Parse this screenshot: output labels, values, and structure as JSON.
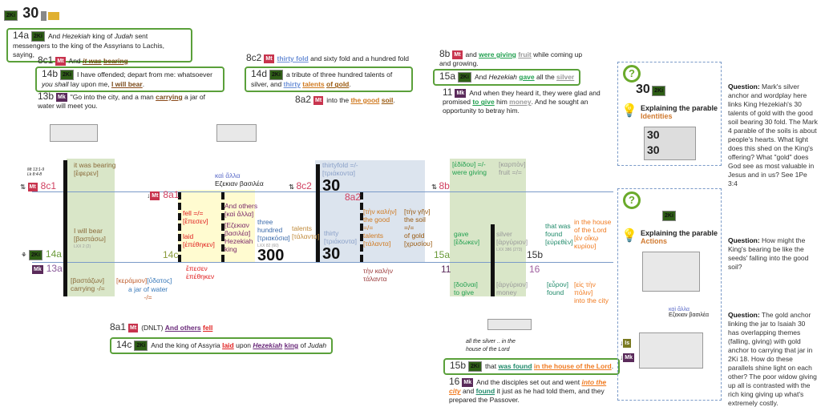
{
  "header": {
    "badge": "2Ki",
    "number": "30"
  },
  "verses": {
    "v14a": {
      "ref": "14a",
      "badge": "2Ki",
      "segs": [
        [
          "And ",
          ""
        ],
        [
          "Hezekiah",
          "i"
        ],
        [
          " king of ",
          ""
        ],
        [
          "Judah",
          "i"
        ],
        [
          " sent messengers to the king of the Assyrians to Lachis, saying,",
          ""
        ]
      ]
    },
    "v8c1": {
      "ref": "8c1",
      "badge": "Mt",
      "segs": [
        [
          "And ",
          ""
        ],
        [
          "it was",
          "u-browni"
        ],
        [
          " ",
          ""
        ],
        [
          "bearing",
          "u-brown"
        ]
      ]
    },
    "v14b": {
      "ref": "14b",
      "badge": "2Ki",
      "segs": [
        [
          "I have offended; depart from me: whatsoever ",
          ""
        ],
        [
          "you shall",
          "i"
        ],
        [
          " lay upon me, ",
          ""
        ],
        [
          "I will bear",
          "u-brown"
        ],
        [
          ".",
          ""
        ]
      ]
    },
    "v13b": {
      "ref": "13b",
      "badge": "Mk",
      "segs": [
        [
          "\"Go into the city, and a man ",
          ""
        ],
        [
          "carrying",
          "u-brown"
        ],
        [
          " a jar of water will meet you.",
          ""
        ]
      ]
    },
    "v8c2": {
      "ref": "8c2",
      "badge": "Mt",
      "segs": [
        [
          "thirty fold",
          "u-blue"
        ],
        [
          " and sixty fold and a hundred fold",
          ""
        ]
      ]
    },
    "v14d": {
      "ref": "14d",
      "badge": "2Ki",
      "segs": [
        [
          "a tribute of three hundred talents of silver, and ",
          ""
        ],
        [
          "thirty",
          "u-blue"
        ],
        [
          " ",
          ""
        ],
        [
          "talents",
          "u-orange"
        ],
        [
          " ",
          ""
        ],
        [
          "of gold",
          "u-gold"
        ],
        [
          ".",
          ""
        ]
      ]
    },
    "v8a2": {
      "ref": "8a2",
      "badge": "Mt",
      "segs": [
        [
          "into the ",
          ""
        ],
        [
          "the good",
          "u-orange"
        ],
        [
          " ",
          ""
        ],
        [
          "soil",
          "u-gold"
        ],
        [
          ".",
          ""
        ]
      ]
    },
    "v8b": {
      "ref": "8b",
      "badge": "Mt",
      "segs": [
        [
          "and ",
          ""
        ],
        [
          "were giving",
          "u-green"
        ],
        [
          " ",
          ""
        ],
        [
          "fruit",
          "u-gray"
        ],
        [
          " while coming up and growing.",
          ""
        ]
      ]
    },
    "v15a": {
      "ref": "15a",
      "badge": "2Ki",
      "segs": [
        [
          "And ",
          ""
        ],
        [
          "Hezekiah",
          "i"
        ],
        [
          " ",
          ""
        ],
        [
          "gave",
          "u-green"
        ],
        [
          " all the ",
          ""
        ],
        [
          "silver",
          "u-gray"
        ]
      ]
    },
    "v11": {
      "ref": "11",
      "badge": "Mk",
      "segs": [
        [
          "And when they heard it, they were glad and promised ",
          ""
        ],
        [
          "to give",
          "u-green"
        ],
        [
          " him ",
          ""
        ],
        [
          "money",
          "u-gray"
        ],
        [
          ". And he sought an opportunity to betray him.",
          ""
        ]
      ]
    },
    "v8a1": {
      "ref": "8a1",
      "badge": "Mt",
      "segs": [
        [
          "(DNLT) ",
          ""
        ],
        [
          "And others",
          "u-purple"
        ],
        [
          " ",
          ""
        ],
        [
          "fell",
          "u-red"
        ]
      ]
    },
    "v14c": {
      "ref": "14c",
      "badge": "2Ki",
      "segs": [
        [
          "And the king of Assyria ",
          ""
        ],
        [
          "laid",
          "u-red"
        ],
        [
          " upon ",
          ""
        ],
        [
          "Hezekiah",
          "u-purplei"
        ],
        [
          " ",
          ""
        ],
        [
          "king",
          "u-purple"
        ],
        [
          " of ",
          ""
        ],
        [
          "Judah",
          "i"
        ]
      ]
    },
    "v15b": {
      "ref": "15b",
      "badge": "2Ki",
      "segs": [
        [
          "that ",
          ""
        ],
        [
          "was found",
          "u-teal"
        ],
        [
          " ",
          ""
        ],
        [
          "in the house of the Lord",
          "u-orange2"
        ],
        [
          ".",
          ""
        ]
      ]
    },
    "v16": {
      "ref": "16",
      "badge": "Mk",
      "segs": [
        [
          "And the disciples set out and went ",
          ""
        ],
        [
          "into the city",
          "u-orangei"
        ],
        [
          " and ",
          ""
        ],
        [
          "found",
          "u-teal"
        ],
        [
          " it just as he had told them, and they prepared the Passover.",
          ""
        ]
      ]
    }
  },
  "diagram": {
    "refs_mt": "Mt 13:1-9",
    "refs_lk": "Lk 8:4-8",
    "r8c1": "8c1",
    "r14a": "14a",
    "r13a": "13a",
    "r8a1": "8a1",
    "r14c": "14c",
    "r8c2": "8c2",
    "r8a2": "8a2",
    "r8b": "8b",
    "r15a": "15a",
    "r11": "11",
    "r15b": "15b",
    "r16": "16",
    "b_mt": "Mt",
    "b_2ki": "2Ki",
    "b_mk": "Mk",
    "bearing": "it was bearing",
    "bearing_gk": "[ἔφερεν]",
    "willbear": "I will bear",
    "willbear_gk": "[βαστάσω]",
    "willbear_lxx": "LXX 2 (2)",
    "carrying_gk": "[βαστάζων]",
    "carrying": "carrying -/=",
    "jar_gk": "[κεράμιον]",
    "water_gk": "[ὕδατος]",
    "jar": "a jar of water",
    "jar_mark": "-/=",
    "fell": "fell =/=",
    "fell_gk": "[ἔπεσεν]",
    "laid": "laid",
    "laid_gk": "[ἐπέθηκεν]",
    "epesen": "ἔπεσεν",
    "epethēken": "ἐπέθηκεν",
    "kai_alla": "καὶ ἄλλα",
    "ezekian": "Εζεκιαν βασιλέα",
    "others": "And others",
    "others_gk": "[καὶ ἄλλα]",
    "hez_gk": "[Εζεκιαν βασιλέα]",
    "hez": "Hezekiah king",
    "three_hundred": "three hundred",
    "three_hundred_gk": "[τριακόσια]",
    "three_hundred_lxx": "LXX 82 (60)",
    "n300": "300",
    "talents1": "talents",
    "talents1_gk": "[τάλαντα]",
    "thirtyfold": "thirtyfold =/-",
    "thirtyfold_gk": "[τριάκοντα]",
    "n30a": "30",
    "thirty": "thirty",
    "thirty_gk": "[τριάκοντα]",
    "n30b": "30",
    "good_gk": "[τὴν καλὴν]",
    "good": "the good",
    "good_mark": "=/=",
    "talents2": "talents",
    "talents2_gk": "[τάλαντα]",
    "soil_gk": "[τὴν γῆν]",
    "soil": "the soil",
    "soil_mark": "=/=",
    "gold": "of gold",
    "gold_gk": "[χρυσίου]",
    "kalen": "τὴν καλὴν",
    "talanta": "τάλαντα",
    "giving_gk": "[ἐδίδου] =/-",
    "giving": "were giving",
    "fruit_gk": "[καρπὸν]",
    "fruit": "fruit =/=",
    "gave": "gave",
    "gave_gk": "[ἔδωκεν]",
    "togive_gk": "[δοῦναι]",
    "togive": "to give",
    "silver": "silver",
    "silver_gk": "[ἀργύριον]",
    "silver_lxx": "LXX 386 (273)",
    "money_gk": "[ἀργύριον]",
    "money": "money",
    "found1": "that was found",
    "found1_gk": "[εὑρεθὲν]",
    "found2_gk": "[εὗρον]",
    "found2": "found",
    "house": "in the house of the Lord",
    "house_gk": "[ἐν οἴκῳ κυρίου]",
    "city_gk": "[εἰς τὴν πόλιν]",
    "city": "into the city",
    "silver_caption": "all the silver .. in the house of the Lord"
  },
  "sidebar": {
    "p1": {
      "number": "30",
      "badge": "2Ki",
      "title": "Explaining the parable",
      "subtitle": "Identities",
      "n1": "30",
      "n2": "30"
    },
    "p2": {
      "badge": "2Ki",
      "title": "Explaining the parable",
      "subtitle": "Actions",
      "kai_alla": "καὶ ἄλλα",
      "ezekian": "Εζεκιαν βασιλέα",
      "b_is": "Is",
      "b_mk": "Mk"
    },
    "q1": {
      "label": "Question:",
      "text": " Mark's silver anchor and wordplay here links King Hezekiah's 30 talents of gold with the good soil bearing 30 fold.  The Mark 4 parable of the soils is about people's hearts.  What light does this shed on the King's offering?  What \"gold\" does God see as most valuable in Jesus and in us?  See 1Pe 3:4"
    },
    "q2": {
      "label": "Question:",
      "text": " How might the King's bearing be like the seeds' falling into the good soil?"
    },
    "q3": {
      "label": "Question:",
      "text": " The gold anchor linking the jar to Isaiah 30 has overlapping themes (falling, giving) with gold anchor to carrying that jar in 2Ki 18.  How do these parallels shine light on each other?  The poor widow giving up all is contrasted with the rich king giving up what's extremely costly."
    }
  },
  "colors": {
    "verse_box": "#5aa03a",
    "panel_green": "#d9e6c8",
    "panel_yellow": "#fffbd0",
    "panel_blue": "#dce4ee",
    "badge_mt": "#c8344e",
    "badge_mk": "#5a2a5a",
    "badge_2ki": "#2e5e16"
  }
}
